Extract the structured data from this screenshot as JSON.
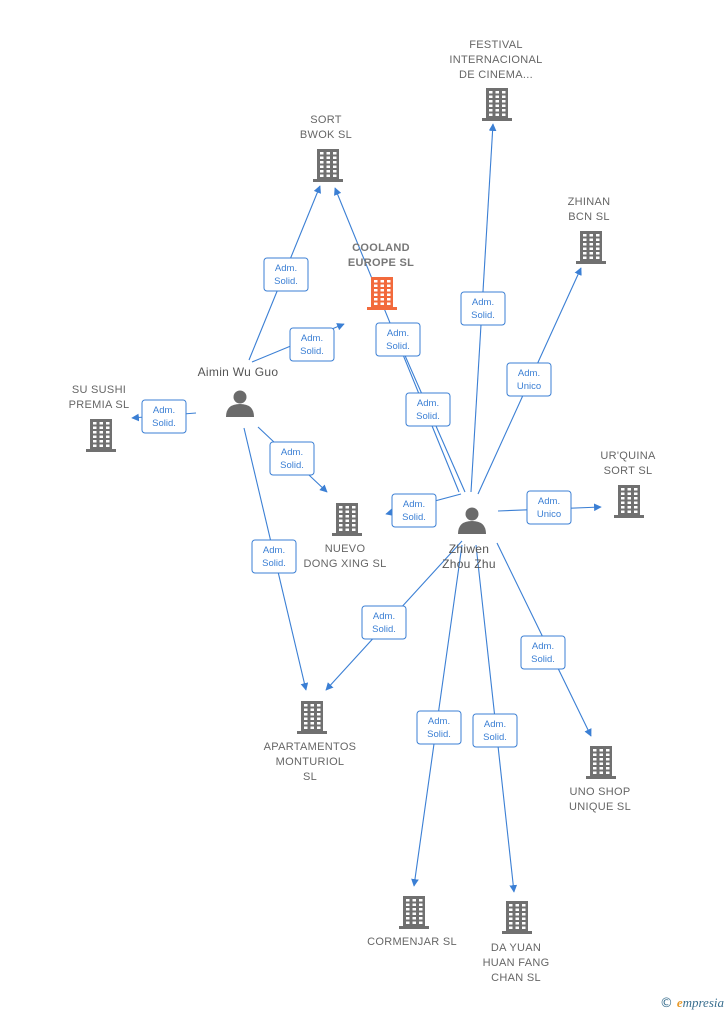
{
  "colors": {
    "edge": "#3b7fd4",
    "building": "#707070",
    "focus_building": "#f26a3c",
    "person": "#6b6b6b"
  },
  "people": [
    {
      "id": "aimin",
      "name": [
        "Aimin Wu Guo"
      ]
    },
    {
      "id": "zhiwen",
      "name": [
        "Zhiwen",
        "Zhou Zhu"
      ]
    }
  ],
  "companies": [
    {
      "id": "festival",
      "name": [
        "FESTIVAL",
        "INTERNACIONAL",
        "DE CINEMA..."
      ]
    },
    {
      "id": "sort_bwok",
      "name": [
        "SORT",
        "BWOK SL"
      ]
    },
    {
      "id": "cooland",
      "name": [
        "COOLAND",
        "EUROPE  SL"
      ],
      "focus": true
    },
    {
      "id": "zhinan",
      "name": [
        "ZHINAN",
        "BCN  SL"
      ]
    },
    {
      "id": "su_sushi",
      "name": [
        "SU SUSHI",
        "PREMIA  SL"
      ]
    },
    {
      "id": "urquina",
      "name": [
        "UR'QUINA",
        "SORT SL"
      ]
    },
    {
      "id": "nuevo",
      "name": [
        "NUEVO",
        "DONG XING SL"
      ]
    },
    {
      "id": "apartamentos",
      "name": [
        "APARTAMENTOS",
        "MONTURIOL",
        "SL"
      ]
    },
    {
      "id": "uno_shop",
      "name": [
        "UNO SHOP",
        "UNIQUE  SL"
      ]
    },
    {
      "id": "cormenjar",
      "name": [
        "CORMENJAR SL"
      ]
    },
    {
      "id": "da_yuan",
      "name": [
        "DA YUAN",
        "HUAN FANG",
        "CHAN  SL"
      ]
    }
  ],
  "edges": [
    {
      "from": "aimin",
      "to": "sort_bwok",
      "label": [
        "Adm.",
        "Solid."
      ]
    },
    {
      "from": "aimin",
      "to": "cooland",
      "label": [
        "Adm.",
        "Solid."
      ]
    },
    {
      "from": "aimin",
      "to": "su_sushi",
      "label": [
        "Adm.",
        "Solid."
      ]
    },
    {
      "from": "aimin",
      "to": "nuevo",
      "label": [
        "Adm.",
        "Solid."
      ]
    },
    {
      "from": "aimin",
      "to": "apartamentos",
      "label": [
        "Adm.",
        "Solid."
      ]
    },
    {
      "from": "zhiwen",
      "to": "festival",
      "label": [
        "Adm.",
        "Solid."
      ]
    },
    {
      "from": "zhiwen",
      "to": "sort_bwok",
      "label": [
        "Adm.",
        "Solid."
      ]
    },
    {
      "from": "zhiwen",
      "to": "cooland",
      "label": [
        "Adm.",
        "Solid."
      ]
    },
    {
      "from": "zhiwen",
      "to": "zhinan",
      "label": [
        "Adm.",
        "Unico"
      ]
    },
    {
      "from": "zhiwen",
      "to": "urquina",
      "label": [
        "Adm.",
        "Unico"
      ]
    },
    {
      "from": "zhiwen",
      "to": "nuevo",
      "label": [
        "Adm.",
        "Solid."
      ]
    },
    {
      "from": "zhiwen",
      "to": "apartamentos",
      "label": [
        "Adm.",
        "Solid."
      ]
    },
    {
      "from": "zhiwen",
      "to": "uno_shop",
      "label": [
        "Adm.",
        "Solid."
      ]
    },
    {
      "from": "zhiwen",
      "to": "cormenjar",
      "label": [
        "Adm.",
        "Solid."
      ]
    },
    {
      "from": "zhiwen",
      "to": "da_yuan",
      "label": [
        "Adm.",
        "Solid."
      ]
    }
  ],
  "footer": {
    "copyright": "©",
    "brand_initial": "e",
    "brand_rest": "mpresia"
  }
}
